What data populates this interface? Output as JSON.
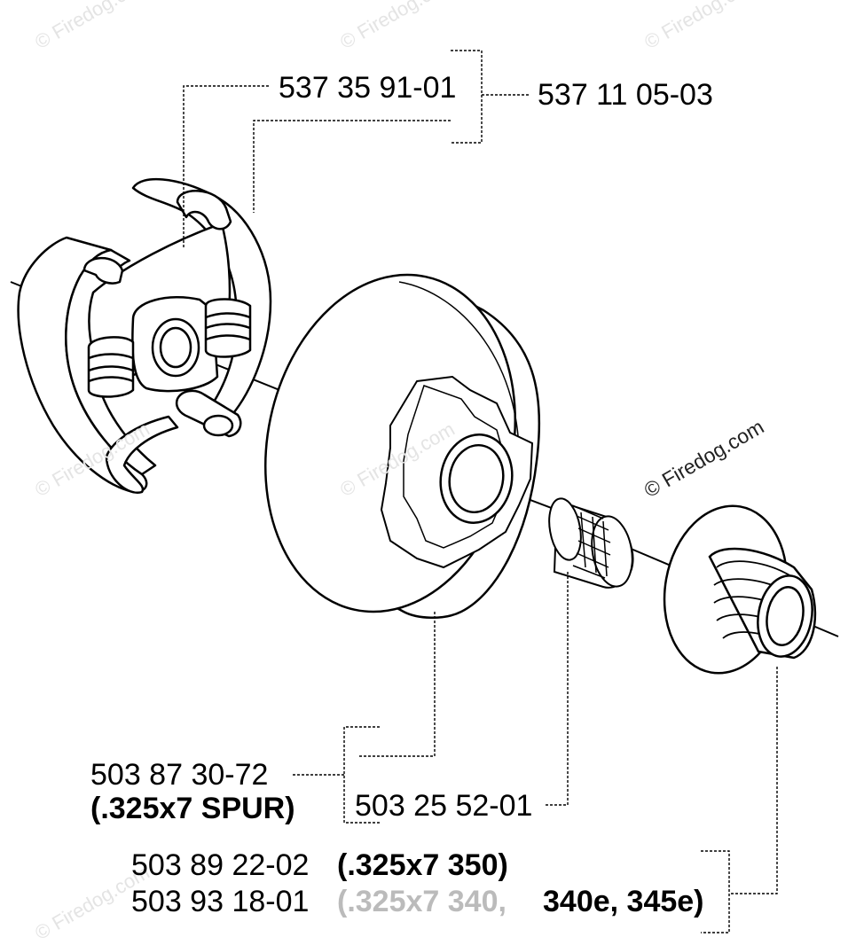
{
  "watermarks": {
    "faint": [
      "© Firedog.com",
      "© Firedog.com",
      "© Firedog.com",
      "© Firedog.com",
      "© Firedog.com",
      "© Firedog.com"
    ],
    "visible": "© Firedog.com"
  },
  "labels": {
    "shoe_part": "537 35 91-01",
    "clutch_assembly": "537 11 05-03",
    "drum_part": "503 87 30-72",
    "drum_desc": "(.325x7 SPUR)",
    "bearing_part": "503 25 52-01",
    "rim_part_1": "503 89 22-02",
    "rim_desc_1": "(.325x7  350)",
    "rim_part_2": "503 93 18-01",
    "rim_desc_2_a": "(.325x7  340,",
    "rim_desc_2_b": "340e, 345e)"
  }
}
